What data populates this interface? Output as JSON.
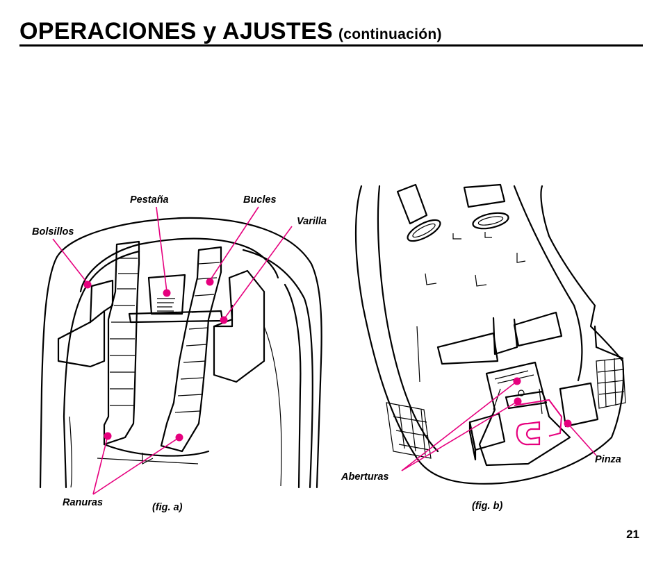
{
  "header": {
    "title": "OPERACIONES y AJUSTES",
    "subtitle": "(continuación)"
  },
  "figure_a": {
    "caption": "(fig. a)",
    "labels": {
      "pestana": "Pestaña",
      "bucles": "Bucles",
      "bolsillos": "Bolsillos",
      "varilla": "Varilla",
      "ranuras": "Ranuras"
    }
  },
  "figure_b": {
    "caption": "(fig. b)",
    "labels": {
      "aberturas": "Aberturas",
      "pinza": "Pinza"
    }
  },
  "footer": {
    "page_number": "21"
  },
  "colors": {
    "callout": "#e6007e",
    "ink": "#000000"
  }
}
